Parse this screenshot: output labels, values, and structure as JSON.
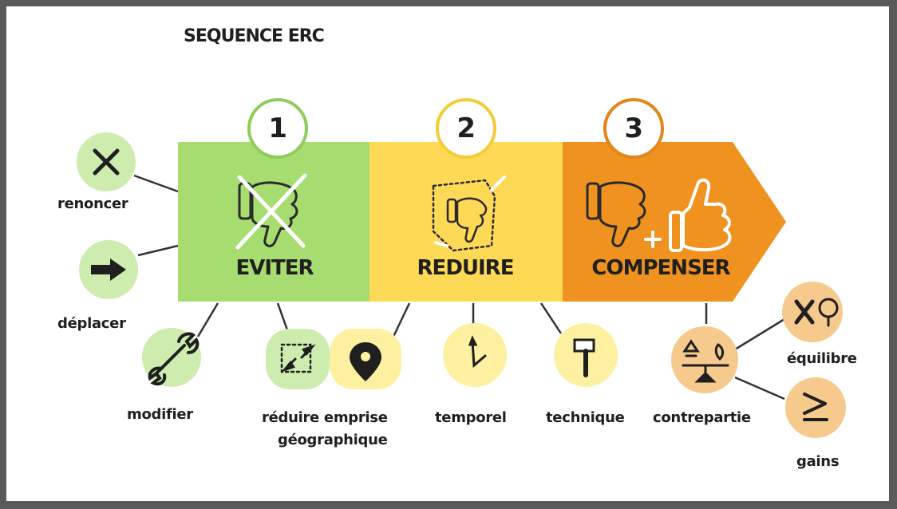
{
  "title": "SEQUENCE ERC",
  "stages": [
    {
      "number": "1",
      "label": "EVITER",
      "color": "#a6dc70",
      "ring": "#8fcd5a"
    },
    {
      "number": "2",
      "label": "REDUIRE",
      "color": "#fdd955",
      "ring": "#f3cb38"
    },
    {
      "number": "3",
      "label": "COMPENSER",
      "color": "#f0921f",
      "ring": "#e3851a"
    }
  ],
  "options": {
    "renoncer": "renoncer",
    "deplacer": "déplacer",
    "modifier": "modifier",
    "reduire_emprise_line1": "réduire emprise",
    "reduire_emprise_line2": "géographique",
    "temporel": "temporel",
    "technique": "technique",
    "contrepartie": "contrepartie",
    "equilibre": "équilibre",
    "gains": "gains"
  },
  "icons": {
    "renoncer": "close-icon",
    "deplacer": "arrow-right-icon",
    "modifier": "wrench-icon",
    "reduire_emprise": "selection-shrink-icon",
    "location": "map-pin-icon",
    "temporel": "clock-hands-icon",
    "technique": "hammer-icon",
    "contrepartie": "balance-scale-icon",
    "equilibre": "crossed-tree-icon",
    "gains": "greater-or-equal-icon"
  },
  "colors": {
    "green_light": "#cdecae",
    "yellow_light": "#fdf0a0",
    "orange_light": "#f6c98c"
  }
}
